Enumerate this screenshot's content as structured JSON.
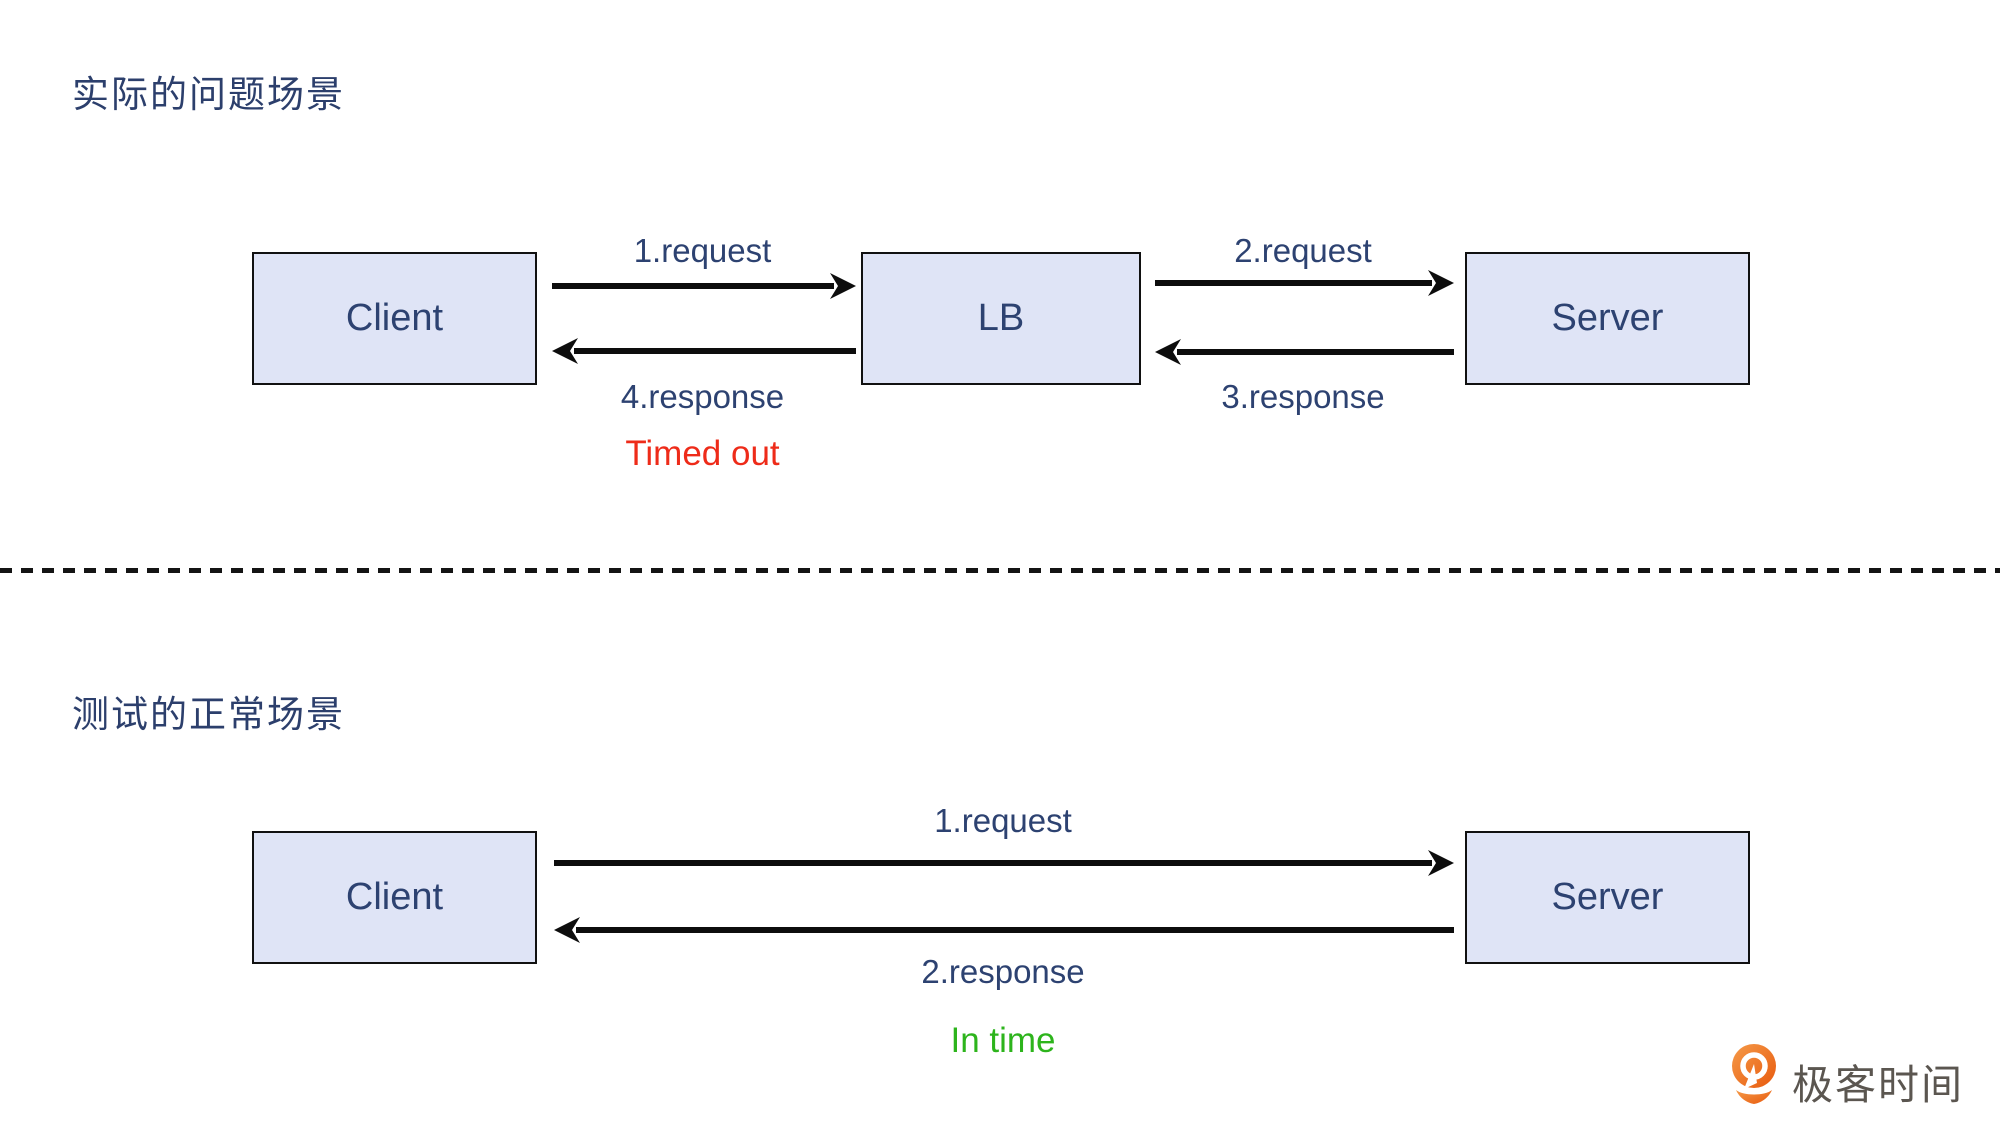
{
  "top_section": {
    "title": "实际的问题场景",
    "nodes": {
      "client": "Client",
      "lb": "LB",
      "server": "Server"
    },
    "arrows": {
      "request1": "1.request",
      "request2": "2.request",
      "response3": "3.response",
      "response4": "4.response"
    },
    "status": "Timed out"
  },
  "bottom_section": {
    "title": "测试的正常场景",
    "nodes": {
      "client": "Client",
      "server": "Server"
    },
    "arrows": {
      "request1": "1.request",
      "response2": "2.response"
    },
    "status": "In time"
  },
  "branding": {
    "logo_text": "极客时间"
  },
  "colors": {
    "text_navy": "#2d4271",
    "box_fill": "#dfe4f6",
    "box_border": "#111111",
    "arrow_black": "#0d0d0d",
    "status_error_red": "#ee2b19",
    "status_ok_green": "#2db41c",
    "logo_orange": "#ee6c1e",
    "logo_text_gray": "#5b5650",
    "background": "#ffffff"
  }
}
